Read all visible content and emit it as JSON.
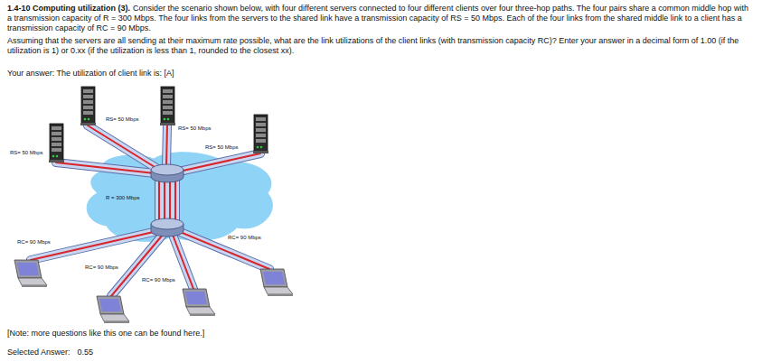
{
  "diagram": {
    "title": "1.4-10 Computing utilization (3).",
    "labels": [
      "Consider the scenario shown below, with four different servers connected to four different clients over four three-hop paths. The four pairs share a common middle hop with a transmission capacity of R = 300 Mbps. The four links from the servers to the shared link have a transmission capacity of RS = 50 Mbps. Each of the four links from the shared middle link to a client has a transmission capacity of RC = 90 Mbps.",
      "Assuming that the servers are all sending at their maximum rate possible, what are the link utilizations of the client links (with transmission capacity RC)? Enter your answer in a decimal form of 1.00 (if the utilization is 1) or 0.xx (if the utilization is less than 1, rounded to the closest xx).",
      "Your answer: The utilization of client link is: [A]",
      "RS= 50 Mbps",
      "RS= 50 Mbps",
      "RS= 50 Mbps",
      "RS= 50 Mbps",
      "R = 300 Mbps",
      "RC= 90 Mbps",
      "RC= 90 Mbps",
      "RC= 90 Mbps",
      "RC= 90 Mbps",
      "[Note: more questions like this one can be found here.]",
      "Selected Answer:",
      "0.55"
    ]
  }
}
